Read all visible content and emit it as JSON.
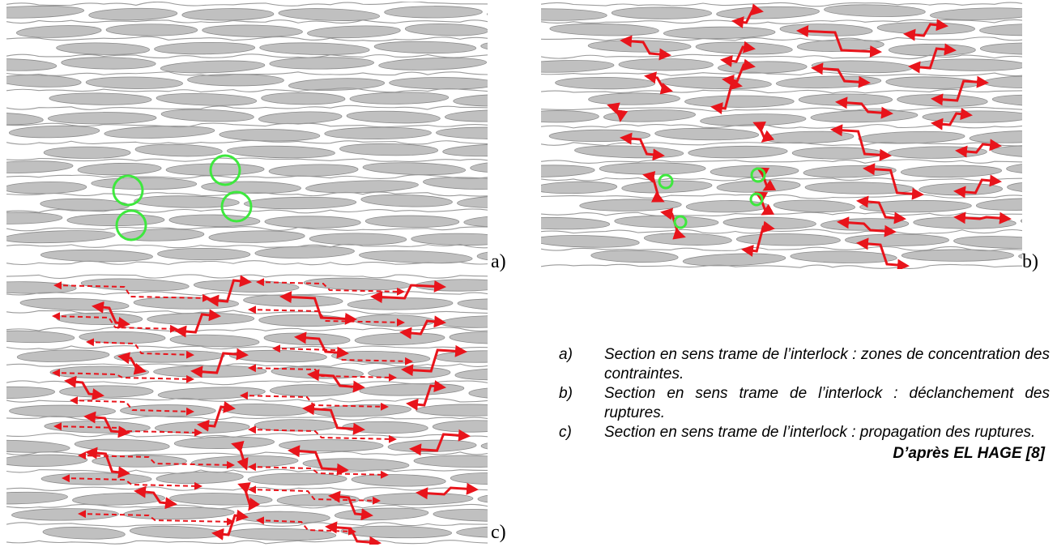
{
  "panels": [
    {
      "id": "a",
      "label": "a)"
    },
    {
      "id": "b",
      "label": "b)"
    },
    {
      "id": "c",
      "label": "c)"
    }
  ],
  "caption": {
    "items": [
      {
        "marker": "a)",
        "text": "Section en sens trame de l’interlock : zones de concentration des contraintes."
      },
      {
        "marker": "b)",
        "text": "Section en sens trame de l’interlock : déclanchement des ruptures."
      },
      {
        "marker": "c)",
        "text": "Section en sens trame de l’interlock : propagation des ruptures."
      }
    ],
    "credit": "D’après EL HAGE [8]"
  },
  "colors": {
    "yarn_fill": "#c0c0c0",
    "yarn_stroke": "#8a8a8a",
    "weave_line": "#9a9a9a",
    "crack": "#e8141b",
    "concentration_zone": "#3ee83e"
  }
}
